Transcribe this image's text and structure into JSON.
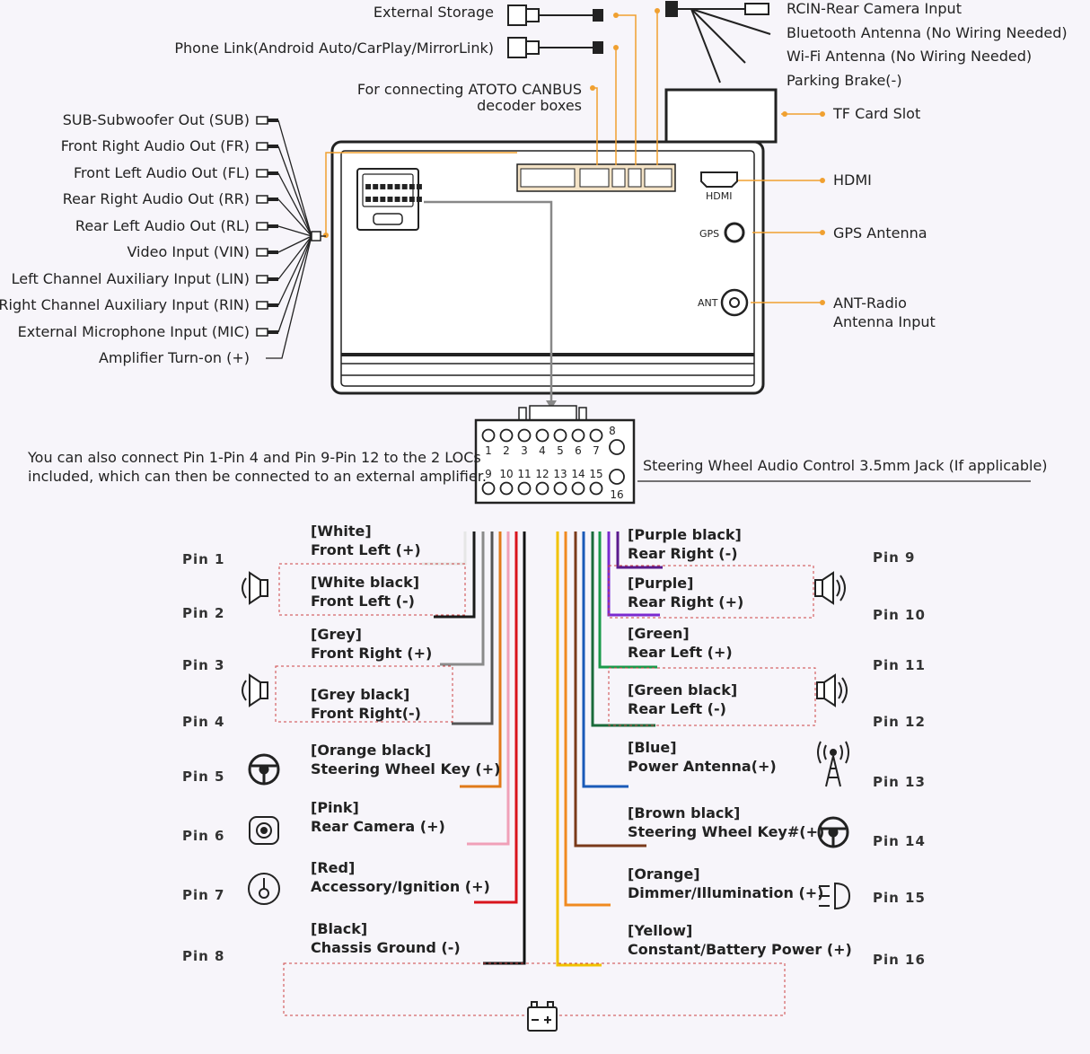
{
  "top_connections": {
    "external_storage": "External Storage",
    "phone_link": "Phone Link(Android Auto/CarPlay/MirrorLink)",
    "canbus_line1": "For connecting ATOTO CANBUS",
    "canbus_line2": "decoder boxes",
    "rcin": "RCIN-Rear Camera Input",
    "bluetooth": "Bluetooth Antenna (No Wiring Needed)",
    "wifi": "Wi-Fi Antenna (No Wiring Needed)",
    "parking": "Parking Brake(-)",
    "tf_card": "TF Card Slot",
    "hdmi": "HDMI",
    "gps": "GPS Antenna",
    "ant_line1": "ANT-Radio",
    "ant_line2": "Antenna Input"
  },
  "unit_labels": {
    "hdmi": "HDMI",
    "gps": "GPS",
    "ant": "ANT"
  },
  "left_outputs": [
    "SUB-Subwoofer Out (SUB)",
    "Front Right Audio Out (FR)",
    "Front Left Audio Out (FL)",
    "Rear Right Audio Out (RR)",
    "Rear Left Audio Out (RL)",
    "Video Input (VIN)",
    "Left Channel Auxiliary Input (LIN)",
    "Right Channel Auxiliary Input (RIN)",
    "External Microphone Input (MIC)",
    "Amplifier Turn-on (+)"
  ],
  "loc_note_line1": "You can also connect Pin 1-Pin 4 and Pin 9-Pin 12 to the 2 LOCs",
  "loc_note_line2": "included, which can then be connected to an external amplifier.",
  "steering_jack": "Steering Wheel Audio Control 3.5mm Jack (If applicable)",
  "connector": {
    "top_numbers": [
      "1",
      "2",
      "3",
      "4",
      "5",
      "6",
      "7",
      "8"
    ],
    "bottom_numbers": [
      "9",
      "10",
      "11",
      "12",
      "13",
      "14",
      "15",
      "16"
    ]
  },
  "pins_left": [
    {
      "pin": "Pin 1",
      "color_name": "[White]",
      "function": "Front Left (+)",
      "wire": "#e6e6e6"
    },
    {
      "pin": "Pin 2",
      "color_name": "[White black]",
      "function": "Front Left (-)",
      "wire": "#1a1a1a"
    },
    {
      "pin": "Pin 3",
      "color_name": "[Grey]",
      "function": "Front Right (+)",
      "wire": "#8a8a8a"
    },
    {
      "pin": "Pin 4",
      "color_name": "[Grey black]",
      "function": "Front Right(-)",
      "wire": "#555555"
    },
    {
      "pin": "Pin 5",
      "color_name": "[Orange black]",
      "function": "Steering Wheel Key (+)",
      "wire": "#e07a1a"
    },
    {
      "pin": "Pin 6",
      "color_name": "[Pink]",
      "function": "Rear Camera (+)",
      "wire": "#f0a0b8"
    },
    {
      "pin": "Pin 7",
      "color_name": "[Red]",
      "function": "Accessory/Ignition (+)",
      "wire": "#d8141c"
    },
    {
      "pin": "Pin 8",
      "color_name": "[Black]",
      "function": "Chassis Ground (-)",
      "wire": "#111111"
    }
  ],
  "pins_right": [
    {
      "pin": "Pin 9",
      "color_name": "[Purple black]",
      "function": "Rear Right (-)",
      "wire": "#5a1a8c"
    },
    {
      "pin": "Pin 10",
      "color_name": "[Purple]",
      "function": "Rear Right (+)",
      "wire": "#7a2ad0"
    },
    {
      "pin": "Pin 11",
      "color_name": "[Green]",
      "function": "Rear Left (+)",
      "wire": "#1a9a4a"
    },
    {
      "pin": "Pin 12",
      "color_name": "[Green black]",
      "function": "Rear Left (-)",
      "wire": "#1a6a3a"
    },
    {
      "pin": "Pin 13",
      "color_name": "[Blue]",
      "function": "Power Antenna(+)",
      "wire": "#1a5ab8"
    },
    {
      "pin": "Pin 14",
      "color_name": "[Brown black]",
      "function": "Steering Wheel Key#(+)",
      "wire": "#7a3a1a"
    },
    {
      "pin": "Pin 15",
      "color_name": "[Orange]",
      "function": "Dimmer/Illumination (+)",
      "wire": "#f08a20"
    },
    {
      "pin": "Pin 16",
      "color_name": "[Yellow]",
      "function": "Constant/Battery Power (+)",
      "wire": "#f2c200"
    }
  ],
  "colors": {
    "accent_orange": "#f0a030",
    "line_dark": "#222222",
    "background": "#f7f5fa"
  }
}
